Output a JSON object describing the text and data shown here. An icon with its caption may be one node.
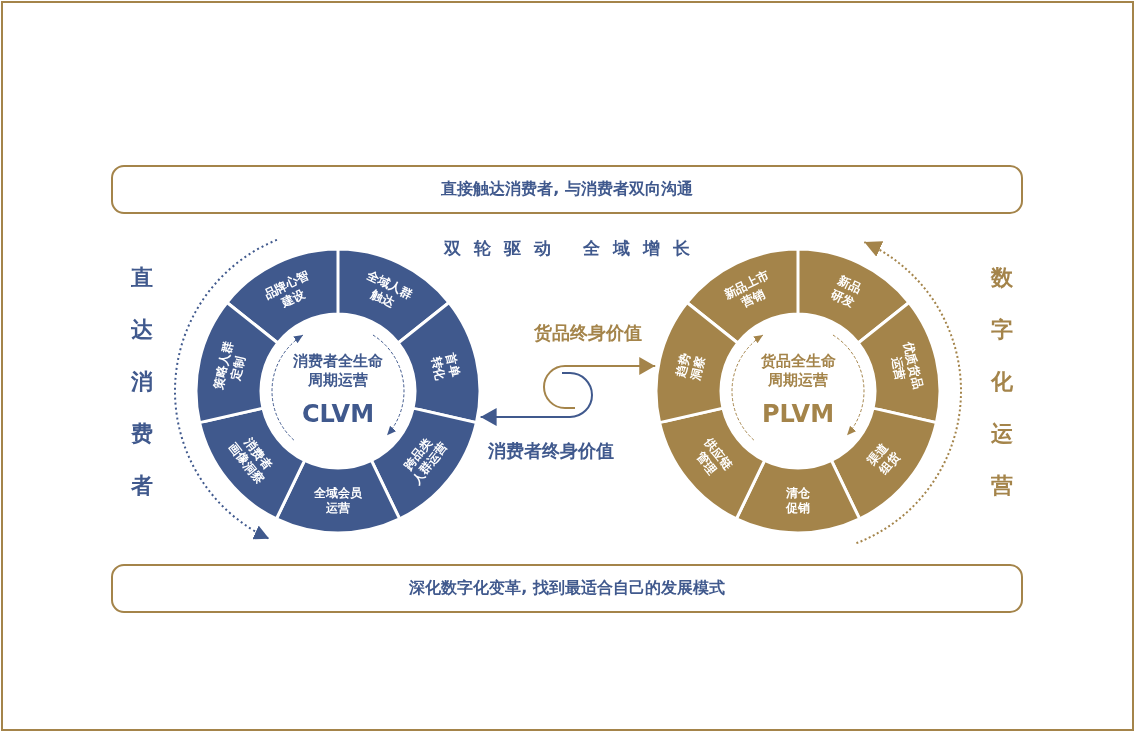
{
  "diagram": {
    "nodes": [
      {
        "text": [
          "直接触达消费者, 与消费者双向沟通"
        ]
      },
      {
        "text": [
          "消费者全生命周期运营",
          "CLVM"
        ]
      },
      {
        "text": [
          "品牌心智建设"
        ],
        "in": 1
      },
      {
        "text": [
          "全域人群触达"
        ],
        "in": 1
      },
      {
        "text": [
          "首单转化"
        ],
        "in": 1
      },
      {
        "text": [
          "跨品类人群运营"
        ],
        "in": 1
      },
      {
        "text": [
          "全域会员运营"
        ],
        "in": 1
      },
      {
        "text": [
          "消费者画像洞察"
        ],
        "in": 1
      },
      {
        "text": [
          "策略人群定制"
        ],
        "in": 1
      },
      {
        "text": [
          "货品全生命周期运营",
          "PLVM"
        ]
      },
      {
        "text": [
          "新品上市营销"
        ],
        "in": 9
      },
      {
        "text": [
          "新品研发"
        ],
        "in": 9
      },
      {
        "text": [
          "优质货品运营"
        ],
        "in": 9
      },
      {
        "text": [
          "渠道组货"
        ],
        "in": 9
      },
      {
        "text": [
          "清仓促销"
        ],
        "in": 9
      },
      {
        "text": [
          "供应链管理"
        ],
        "in": 9
      },
      {
        "text": [
          "趋势洞察"
        ],
        "in": 9
      },
      {
        "text": [
          "深化数字化变革, 找到最适合自己的发展模式"
        ]
      }
    ],
    "edges": [
      {
        "from": null,
        "to": 9,
        "arrow": "to",
        "label": "货品终身价值",
        "color": "#a4844a"
      },
      {
        "from": null,
        "to": 1,
        "arrow": "to",
        "label": "消费者终身价值",
        "color": "#40598d"
      }
    ],
    "labels": [
      "双轮驱动 全域增长",
      "直达消费者",
      "数字化运营"
    ]
  }
}
